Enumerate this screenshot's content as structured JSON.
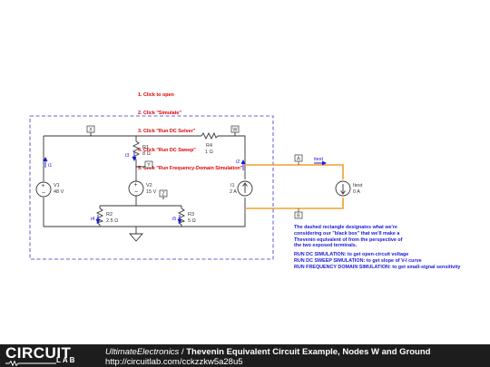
{
  "instructions": [
    "1. Click to open",
    "2. Click \"Simulate\"",
    "3. Click \"Run DC Solver\"",
    "4. Click \"Run DC Sweep\"",
    "5. Click \"Run Frequency-Domain Simulation\""
  ],
  "components": {
    "V1": {
      "name": "V1",
      "value": "48 V"
    },
    "R1": {
      "name": "R1",
      "value": "8 Ω"
    },
    "R4": {
      "name": "R4",
      "value": "1 Ω"
    },
    "V2": {
      "name": "V2",
      "value": "15 V"
    },
    "R2": {
      "name": "R2",
      "value": "2.5 Ω"
    },
    "R3": {
      "name": "R3",
      "value": "5 Ω"
    },
    "I1": {
      "name": "I1",
      "value": "2 A"
    },
    "Itest": {
      "name": "Itest",
      "value": "0 A"
    }
  },
  "nodes": {
    "X": "X",
    "W": "W",
    "Y": "Y",
    "Z": "Z",
    "A": "A",
    "B": "B"
  },
  "currents": {
    "i1": "i1",
    "i2": "i2",
    "i3": "i3",
    "i4": "i4",
    "i5": "i5",
    "itest": "itest"
  },
  "note": "The dashed rectangle designates what we're\nconsidering our \"black box\" that we'll make a\nThevenin equivalent of from the perspective of\nthe two exposed terminals.",
  "sim_notes": "RUN DC SIMULATION: to get open-circuit voltage\nRUN DC SWEEP SIMULATION: to get slope of V-I curve\nRUN FREQUENCY DOMAIN SIMULATION: to get small-signal sensitivity",
  "footer": {
    "logo_top": "CIRCUIT",
    "logo_bottom": "LAB",
    "author": "UltimateElectronics",
    "separator": " / ",
    "title": "Thevenin Equivalent Circuit Example, Nodes W and Ground",
    "url": "http://circuitlab.com/cckzzkw5a28u5"
  },
  "colors": {
    "wire": "#333333",
    "highlight": "#f0a030",
    "box": "#3333cc",
    "current_arrow": "#1a1ad8",
    "instructions": "#dd0000"
  }
}
